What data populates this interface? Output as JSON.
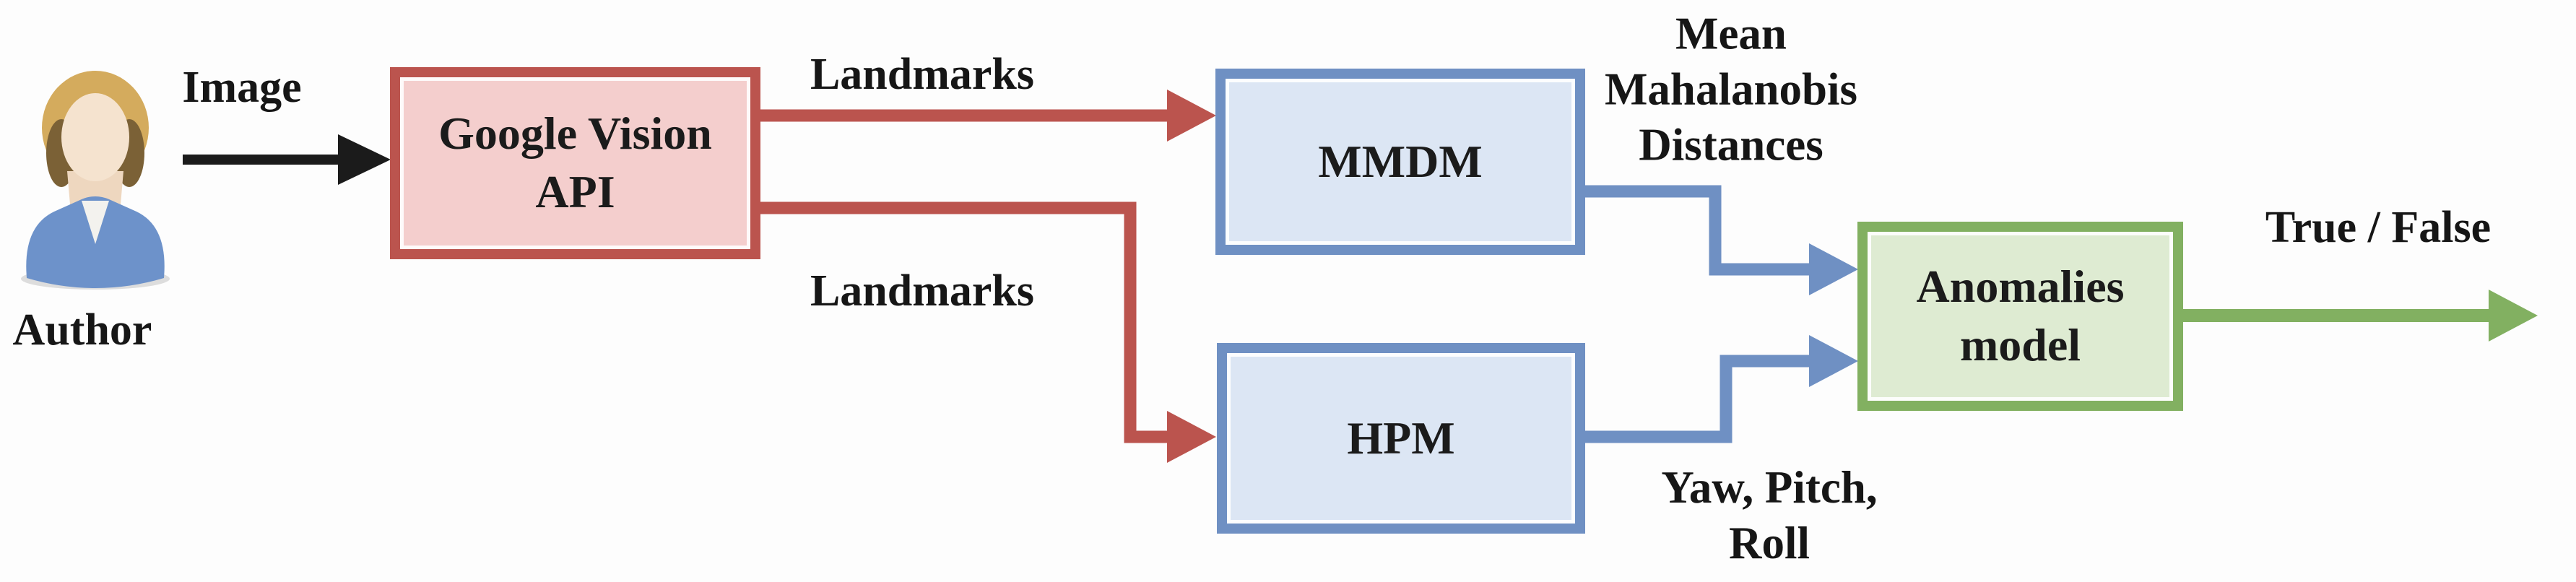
{
  "colors": {
    "ink": "#1b1b1b",
    "red_stroke": "#bb544e",
    "red_fill": "#f4cecd",
    "blue_stroke": "#6f90c3",
    "blue_fill": "#dce6f4",
    "green_stroke": "#82b061",
    "green_fill": "#deebd2"
  },
  "actor": {
    "label": "Author",
    "icon": "person-avatar-icon"
  },
  "nodes": {
    "gva": {
      "label": "Google Vision API",
      "lines": [
        "Google Vision",
        "API"
      ]
    },
    "mmdm": {
      "label": "MMDM"
    },
    "hpm": {
      "label": "HPM"
    },
    "anomalies": {
      "label": "Anomalies model",
      "lines": [
        "Anomalies",
        "model"
      ]
    }
  },
  "edge_labels": {
    "image": "Image",
    "landmarks_top": "Landmarks",
    "landmarks_bottom": "Landmarks",
    "mmd": {
      "lines": [
        "Mean",
        "Mahalanobis",
        "Distances"
      ]
    },
    "ypr": {
      "lines": [
        "Yaw, Pitch,",
        "Roll"
      ]
    },
    "output": "True / False"
  }
}
